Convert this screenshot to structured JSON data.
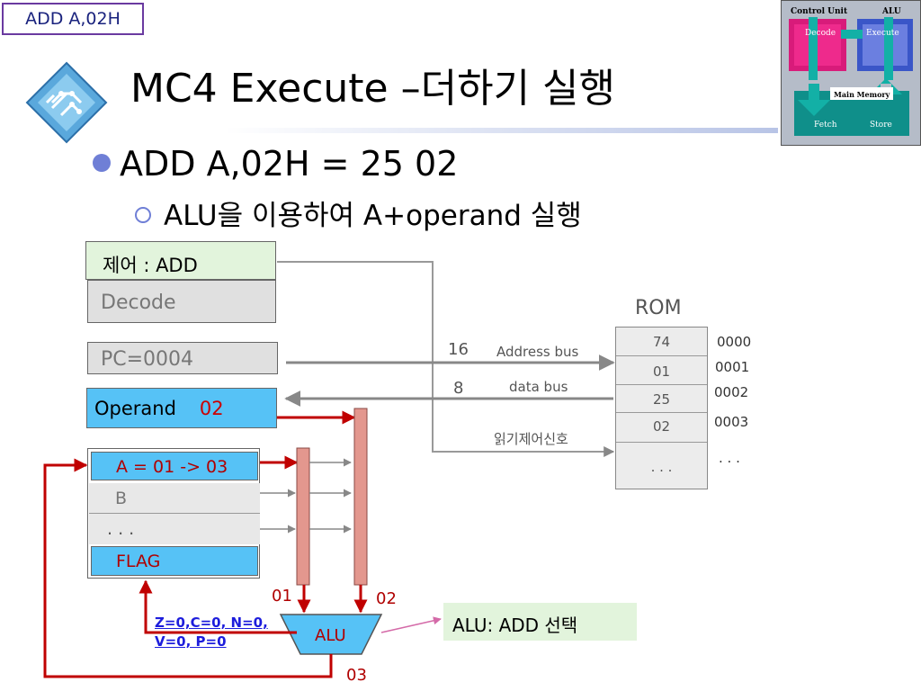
{
  "slide": {
    "tag": "ADD  A,02H",
    "title": "MC4 Execute –더하기 실행",
    "bullet1": "ADD  A,02H  = 25 02",
    "bullet2": "ALU을 이용하여 A+operand 실행"
  },
  "thumbnail": {
    "control_unit": "Control Unit",
    "alu": "ALU",
    "decode": "Decode",
    "execute": "Execute",
    "main_memory": "Main Memory",
    "fetch": "Fetch",
    "store": "Store"
  },
  "cpu": {
    "control": "제어 : ADD",
    "decode": "Decode",
    "pc": "PC=0004",
    "operand_label": "Operand",
    "operand_value": "02",
    "reg_a": "A = 01 -> 03",
    "reg_b": "B",
    "reg_dots": ". . .",
    "reg_flag": "FLAG"
  },
  "bus": {
    "address_width": "16",
    "address_label": "Address bus",
    "data_width": "8",
    "data_label": "data bus",
    "read_signal": "읽기제어신호"
  },
  "rom": {
    "title": "ROM",
    "cells": [
      "74",
      "01",
      "25",
      "02",
      ". . ."
    ],
    "addresses": [
      "0000",
      "0001",
      "0002",
      "0003",
      ". . ."
    ]
  },
  "alu": {
    "label": "ALU",
    "input_left": "01",
    "input_right": "02",
    "output": "03",
    "note": "ALU: ADD 선택",
    "flags_line1": "Z=0,C=0, N=0,",
    "flags_line2": "V=0, P=0"
  },
  "colors": {
    "operand_fill": "#56c2f6",
    "control_fill": "#e2f4dc",
    "bus_bar": "#e3978e",
    "arrow_red": "#c00000",
    "arrow_gray": "#888888"
  }
}
